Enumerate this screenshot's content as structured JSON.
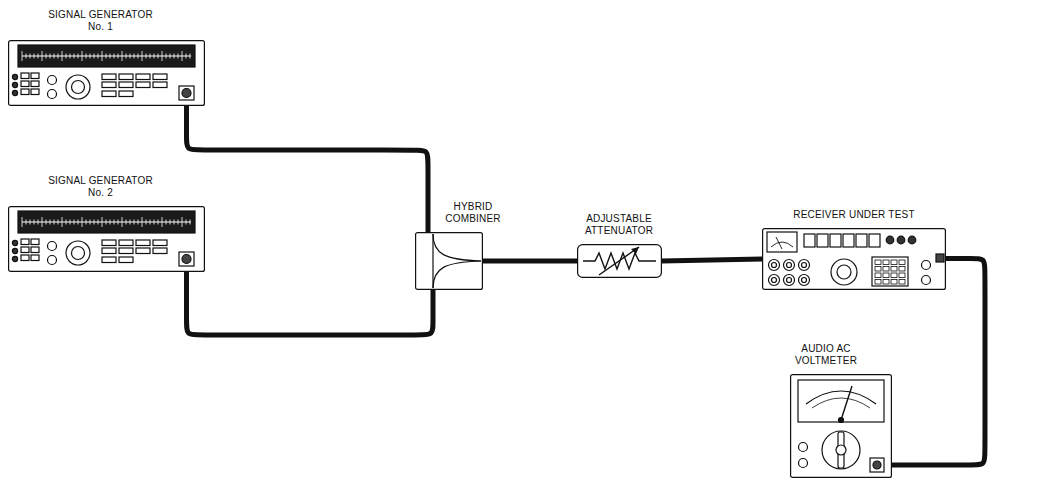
{
  "diagram": {
    "nodes": [
      {
        "text": [
          "SIGNAL GENERATOR No. 1"
        ]
      },
      {
        "text": [
          "SIGNAL GENERATOR No. 2"
        ]
      },
      {
        "text": [
          "HYBRID COMBINER"
        ]
      },
      {
        "text": [
          "ADJUSTABLE ATTENUATOR"
        ]
      },
      {
        "text": [
          "RECEIVER UNDER TEST"
        ]
      },
      {
        "text": [
          "AUDIO AC VOLTMETER"
        ]
      }
    ],
    "edges": [
      {
        "from": 0,
        "to": 2,
        "arrow": "none"
      },
      {
        "from": 1,
        "to": 2,
        "arrow": "none"
      },
      {
        "from": 2,
        "to": 3,
        "arrow": "none"
      },
      {
        "from": 3,
        "to": 4,
        "arrow": "none"
      },
      {
        "from": 4,
        "to": 5,
        "arrow": "none"
      }
    ]
  }
}
